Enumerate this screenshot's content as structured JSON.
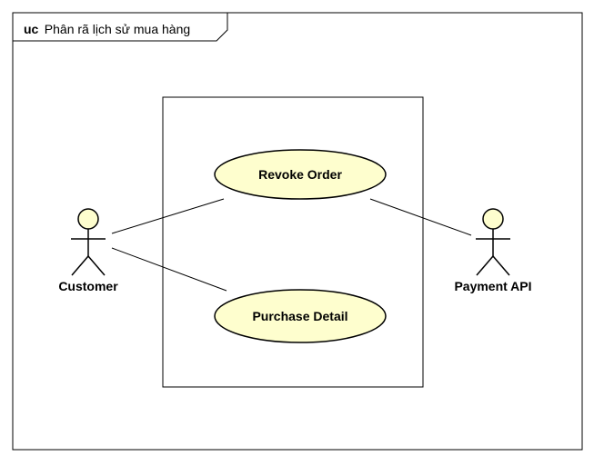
{
  "frame": {
    "keyword": "uc",
    "name": "Phân rã lịch sử mua hàng"
  },
  "actors": {
    "customer": "Customer",
    "payment_api": "Payment API"
  },
  "use_cases": {
    "revoke_order": "Revoke Order",
    "purchase_detail": "Purchase Detail"
  },
  "colors": {
    "use_case_fill": "#FEFECE",
    "stroke": "#000000",
    "actor_head_fill": "#FEFECE"
  }
}
